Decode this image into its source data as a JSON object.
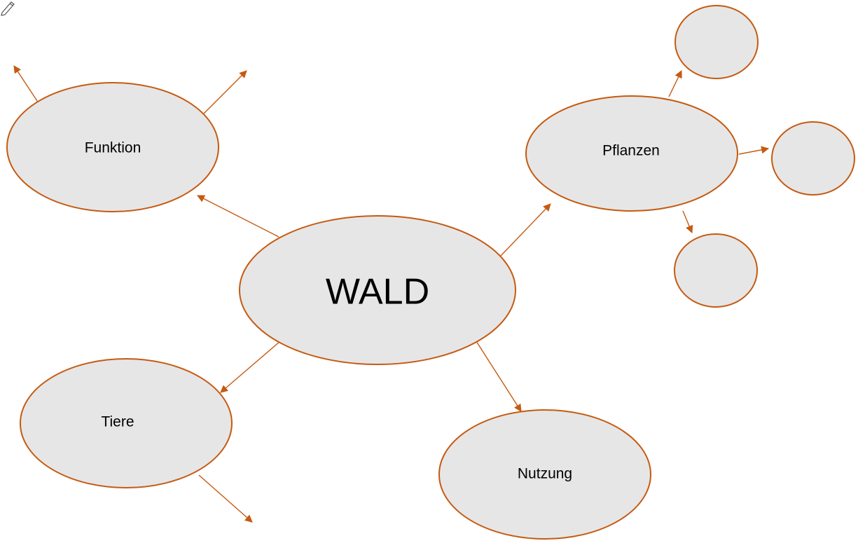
{
  "center": {
    "label": "WALD"
  },
  "branches": {
    "funktion": {
      "label": "Funktion"
    },
    "pflanzen": {
      "label": "Pflanzen"
    },
    "tiere": {
      "label": "Tiere"
    },
    "nutzung": {
      "label": "Nutzung"
    }
  },
  "colors": {
    "node_fill": "#e6e6e6",
    "node_stroke": "#c55a11",
    "arrow": "#c55a11",
    "text": "#000000"
  },
  "icons": [
    "pencil-icon"
  ]
}
